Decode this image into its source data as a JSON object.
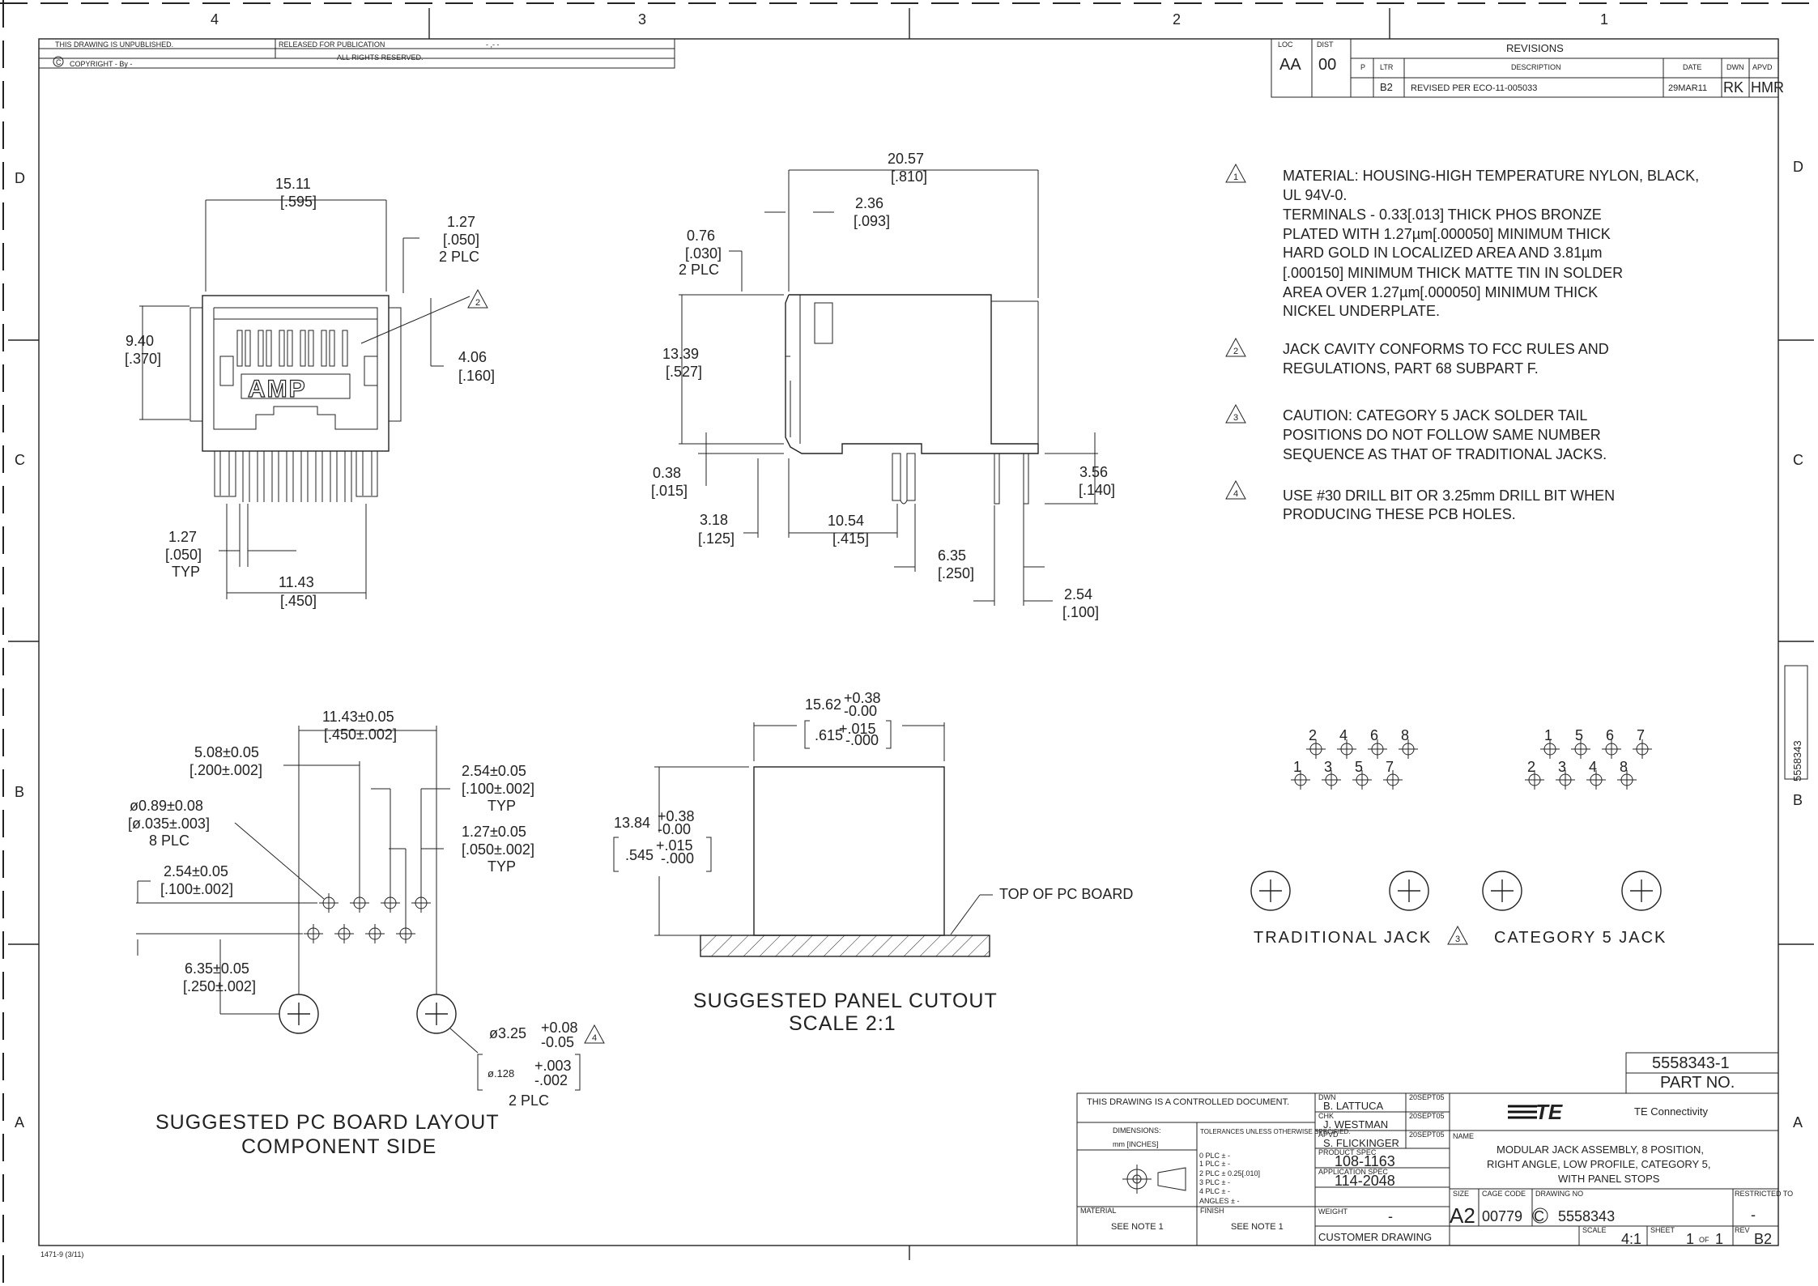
{
  "border": {
    "cols_top": [
      "4",
      "3",
      "2",
      "1"
    ],
    "rows": [
      "D",
      "C",
      "B",
      "A"
    ],
    "side_part": "5558343"
  },
  "header": {
    "unpublished": "THIS DRAWING IS UNPUBLISHED.",
    "released": "RELEASED FOR PUBLICATION",
    "released_mark": "- ,-   -",
    "copyright": "COPYRIGHT  -   By -",
    "rights": "ALL RIGHTS RESERVED."
  },
  "revisions": {
    "title": "REVISIONS",
    "loc_label": "LOC",
    "loc_value": "AA",
    "dist_label": "DIST",
    "dist_value": "00",
    "headers": [
      "P",
      "LTR",
      "DESCRIPTION",
      "DATE",
      "DWN",
      "APVD"
    ],
    "row": {
      "p": "",
      "ltr": "B2",
      "desc": "REVISED PER ECO-11-005033",
      "date": "29MAR11",
      "dwn": "RK",
      "apvd": "HMR"
    }
  },
  "notes": [
    {
      "num": "1",
      "lines": [
        "MATERIAL: HOUSING-HIGH TEMPERATURE NYLON, BLACK,",
        "UL 94V-0.",
        "TERMINALS - 0.33[.013] THICK PHOS BRONZE",
        "PLATED WITH 1.27µm[.000050] MINIMUM THICK",
        "HARD GOLD IN LOCALIZED AREA AND 3.81µm",
        "[.000150] MINIMUM THICK MATTE TIN IN SOLDER",
        "AREA OVER 1.27µm[.000050] MINIMUM THICK",
        "NICKEL UNDERPLATE."
      ]
    },
    {
      "num": "2",
      "lines": [
        "JACK CAVITY CONFORMS TO FCC RULES AND",
        "REGULATIONS, PART 68 SUBPART F."
      ]
    },
    {
      "num": "3",
      "lines": [
        "CAUTION: CATEGORY 5 JACK SOLDER TAIL",
        "POSITIONS DO NOT FOLLOW SAME NUMBER",
        "SEQUENCE AS THAT OF TRADITIONAL JACKS."
      ]
    },
    {
      "num": "4",
      "lines": [
        "USE #30 DRILL BIT OR 3.25mm DRILL BIT WHEN",
        "PRODUCING THESE PCB HOLES."
      ]
    }
  ],
  "front_view": {
    "logo": "AMP",
    "note_ref": "2",
    "dims": {
      "width": "15.11",
      "width_in": "[.595]",
      "pitch": "1.27",
      "pitch_in": "[.050]",
      "pitch_note": "2 PLC",
      "height": "9.40",
      "height_in": "[.370]",
      "stop": "4.06",
      "stop_in": "[.160]",
      "pin_pitch": "1.27",
      "pin_pitch_in": "[.050]",
      "pin_pitch_note": "TYP",
      "span": "11.43",
      "span_in": "[.450]"
    }
  },
  "side_view": {
    "dims": {
      "length": "20.57",
      "length_in": "[.810]",
      "a": "2.36",
      "a_in": "[.093]",
      "b": "0.76",
      "b_in": "[.030]",
      "b_note": "2 PLC",
      "height": "13.39",
      "height_in": "[.527]",
      "standoff": "0.38",
      "standoff_in": "[.015]",
      "tail": "3.56",
      "tail_in": "[.140]",
      "front": "3.18",
      "front_in": "[.125]",
      "post": "10.54",
      "post_in": "[.415]",
      "row": "6.35",
      "row_in": "[.250]",
      "pitch": "2.54",
      "pitch_in": "[.100]"
    }
  },
  "pcb_layout": {
    "title": "SUGGESTED PC BOARD LAYOUT",
    "subtitle": "COMPONENT SIDE",
    "note_ref": "4",
    "dims": {
      "span": "11.43±0.05",
      "span_in": "[.450±.002]",
      "offset": "5.08±0.05",
      "offset_in": "[.200±.002]",
      "hole": "ø0.89±0.08",
      "hole_in": "[ø.035±.003]",
      "hole_note": "8 PLC",
      "pitch": "2.54±0.05",
      "pitch_in": "[.100±.002]",
      "pitch_note": "TYP",
      "stagger": "1.27±0.05",
      "stagger_in": "[.050±.002]",
      "stagger_note": "TYP",
      "row": "2.54±0.05",
      "row_in": "[.100±.002]",
      "post_row": "6.35±0.05",
      "post_row_in": "[.250±.002]",
      "post_hole": "ø3.25",
      "post_hole_tol_plus": "+0.08",
      "post_hole_tol_minus": "-0.05",
      "post_hole_in": "ø.128",
      "post_hole_in_plus": "+.003",
      "post_hole_in_minus": "-.002",
      "post_note": "2 PLC"
    }
  },
  "panel_cutout": {
    "title": "SUGGESTED PANEL CUTOUT",
    "scale": "SCALE 2:1",
    "board_label": "TOP OF PC BOARD",
    "dims": {
      "width": "15.62",
      "width_plus": "+0.38",
      "width_minus": "-0.00",
      "width_in": ".615",
      "width_in_plus": "+.015",
      "width_in_minus": "-.000",
      "height": "13.84",
      "height_plus": "+0.38",
      "height_minus": "-0.00",
      "height_in": ".545",
      "height_in_plus": "+.015",
      "height_in_minus": "-.000"
    }
  },
  "jacks": {
    "traditional_label": "TRADITIONAL JACK",
    "category5_label": "CATEGORY 5 JACK",
    "note_ref": "3",
    "traditional_top": [
      "2",
      "4",
      "6",
      "8"
    ],
    "traditional_bottom": [
      "1",
      "3",
      "5",
      "7"
    ],
    "category5_top": [
      "1",
      "5",
      "6",
      "7"
    ],
    "category5_bottom": [
      "2",
      "3",
      "4",
      "8"
    ]
  },
  "title_block": {
    "part_number": "5558343-1",
    "part_label": "PART NO.",
    "controlled": "THIS DRAWING IS A CONTROLLED DOCUMENT.",
    "dimensions_label": "DIMENSIONS:",
    "dimensions_unit": "mm [INCHES]",
    "tolerances_label": "TOLERANCES UNLESS OTHERWISE SPECIFIED:",
    "tolerance_rows": [
      "0 PLC   ±  -",
      "1 PLC   ±  -",
      "2 PLC   ±  0.25[.010]",
      "3 PLC   ±  -",
      "4 PLC   ±  -",
      "ANGLES     ±  -"
    ],
    "material_label": "MATERIAL",
    "material_value": "SEE NOTE 1",
    "finish_label": "FINISH",
    "finish_value": "SEE NOTE 1",
    "dwn_label": "DWN",
    "dwn_name": "B. LATTUCA",
    "dwn_date": "20SEPT05",
    "chk_label": "CHK",
    "chk_name": "J. WESTMAN",
    "chk_date": "20SEPT05",
    "apvd_label": "APVD",
    "apvd_name": "S. FLICKINGER",
    "apvd_date": "20SEPT05",
    "product_spec_label": "PRODUCT SPEC",
    "product_spec": "108-1163",
    "application_spec_label": "APPLICATION SPEC",
    "application_spec": "114-2048",
    "weight_label": "WEIGHT",
    "weight": "-",
    "customer": "CUSTOMER DRAWING",
    "company_logo": "TE",
    "company": "TE Connectivity",
    "name_label": "NAME",
    "name_lines": [
      "MODULAR JACK ASSEMBLY, 8 POSITION,",
      "RIGHT ANGLE, LOW PROFILE, CATEGORY 5,",
      "WITH PANEL STOPS"
    ],
    "size_label": "SIZE",
    "size": "A2",
    "cage_label": "CAGE CODE",
    "cage": "00779",
    "drawing_label": "DRAWING NO",
    "drawing_prefix": "C",
    "drawing_no": "5558343",
    "restricted_label": "RESTRICTED TO",
    "restricted": "-",
    "scale_label": "SCALE",
    "scale": "4:1",
    "sheet_label": "SHEET",
    "sheet": "1",
    "sheet_of": "OF",
    "sheet_total": "1",
    "rev_label": "REV",
    "rev": "B2"
  },
  "form_number": "1471-9  (3/11)"
}
